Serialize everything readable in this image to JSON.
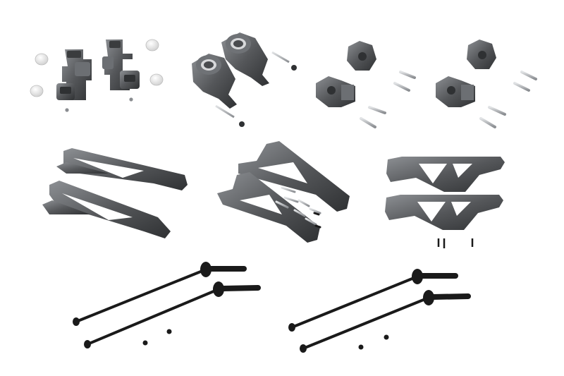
{
  "palette": {
    "background": "#ffffff",
    "anodized_gunmetal": "#55575a",
    "gunmetal_highlight": "#8d9094",
    "gunmetal_shadow": "#2f3133",
    "steel_pin": "#b9bcc0",
    "black_shaft": "#1a1a1a",
    "rubber_white": "#eeeeee"
  },
  "groups": [
    {
      "id": "steering-knuckles",
      "count": 2
    },
    {
      "id": "rear-hub-carriers",
      "count": 2
    },
    {
      "id": "wheel-hex-hubs",
      "count": 4
    },
    {
      "id": "front-upper-arms",
      "count": 2
    },
    {
      "id": "front-lower-arms",
      "count": 2
    },
    {
      "id": "rear-lower-arms",
      "count": 2
    },
    {
      "id": "cvd-drive-shafts",
      "count": 4
    }
  ]
}
